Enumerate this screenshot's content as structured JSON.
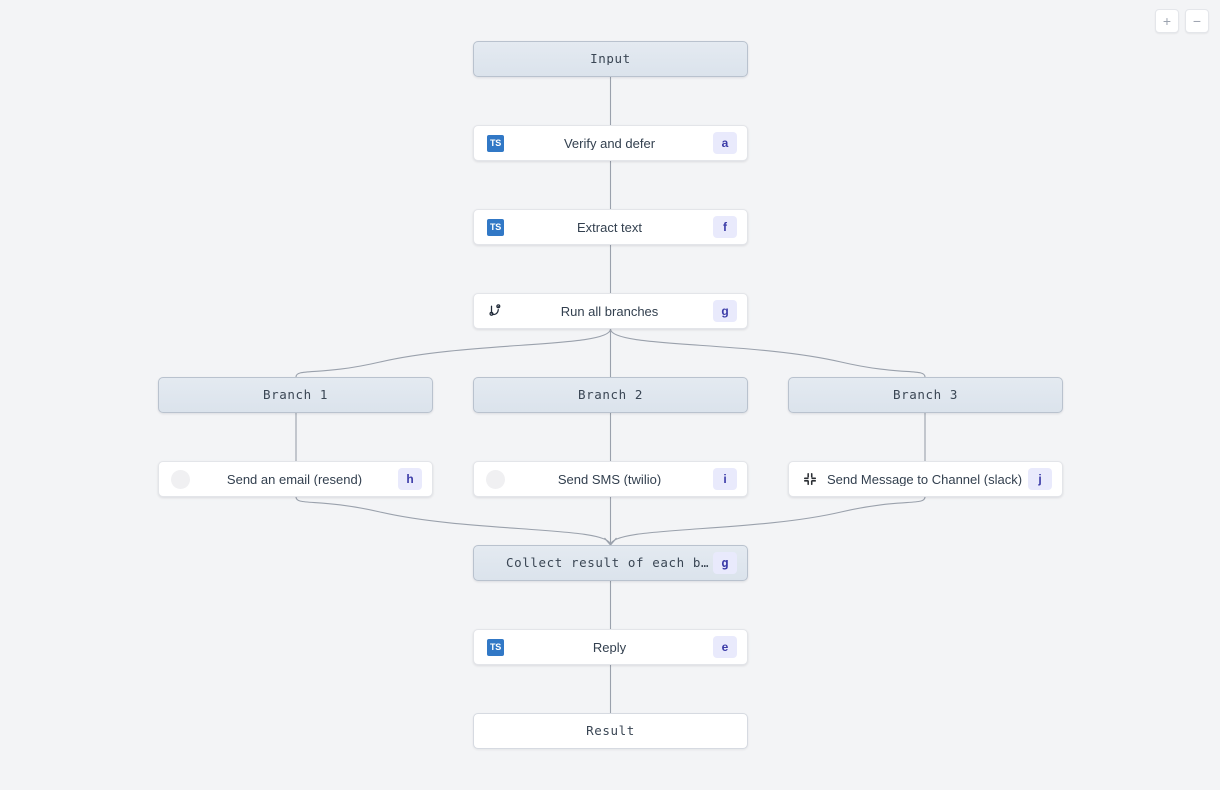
{
  "canvas": {
    "background_color": "#f3f4f6"
  },
  "zoom_controls": {
    "zoom_in_label": "+",
    "zoom_out_label": "−"
  },
  "nodes": {
    "input": {
      "label": "Input",
      "kind": "terminal"
    },
    "verify": {
      "label": "Verify and defer",
      "badge": "a",
      "icon": "typescript-icon"
    },
    "extract": {
      "label": "Extract text",
      "badge": "f",
      "icon": "typescript-icon"
    },
    "runall": {
      "label": "Run all branches",
      "badge": "g",
      "icon": "branch-icon"
    },
    "branch1": {
      "label": "Branch 1",
      "kind": "branch-header"
    },
    "branch2": {
      "label": "Branch 2",
      "kind": "branch-header"
    },
    "branch3": {
      "label": "Branch 3",
      "kind": "branch-header"
    },
    "email": {
      "label": "Send an email (resend)",
      "badge": "h",
      "icon": "blank-circle-icon"
    },
    "sms": {
      "label": "Send SMS (twilio)",
      "badge": "i",
      "icon": "blank-circle-icon"
    },
    "slack": {
      "label": "Send Message to Channel (slack)",
      "badge": "j",
      "icon": "slack-icon"
    },
    "collect": {
      "label": "Collect result of each branch",
      "badge": "g",
      "kind": "collector"
    },
    "reply": {
      "label": "Reply",
      "badge": "e",
      "icon": "typescript-icon"
    },
    "result": {
      "label": "Result",
      "kind": "terminal"
    }
  },
  "theme": {
    "edge_color": "#9aa1ac",
    "badge_bg": "#e9eafc",
    "badge_fg": "#3c3ca8",
    "typescript_blue": "#3178c6",
    "shaded_node_bg": "#dbe3ec",
    "node_border": "#e3e5e9",
    "text_color": "#33404f"
  }
}
